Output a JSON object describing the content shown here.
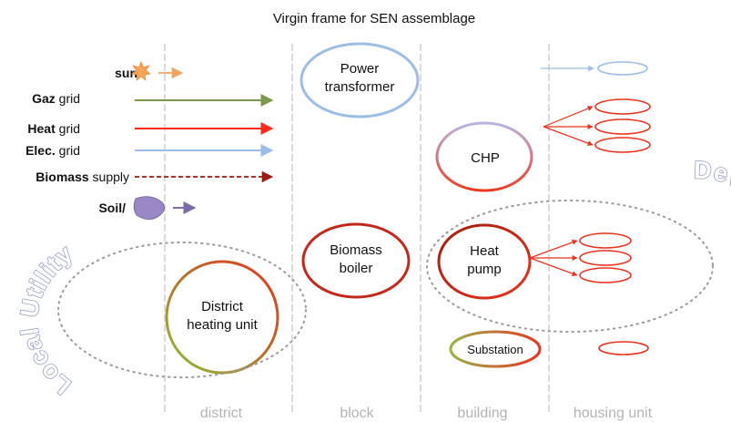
{
  "title": "Virgin frame for SEN assemblage",
  "legend": [
    {
      "bold": "sun",
      "rest": "",
      "color": "#f4a460",
      "icon": "sun-icon",
      "style": "solid"
    },
    {
      "bold": "Gaz",
      "rest": " grid",
      "color": "#7a9a4a",
      "icon": "",
      "style": "solid"
    },
    {
      "bold": "Heat",
      "rest": " grid",
      "color": "#ff2a1a",
      "icon": "",
      "style": "solid"
    },
    {
      "bold": "Elec.",
      "rest": " grid",
      "color": "#9dbde6",
      "icon": "",
      "style": "solid"
    },
    {
      "bold": "Biomass",
      "rest": " supply",
      "color": "#9b1c14",
      "icon": "",
      "style": "dashed"
    },
    {
      "bold": "Soil/",
      "rest": "",
      "color": "#7b6aa8",
      "icon": "soil-icon",
      "style": "solid"
    }
  ],
  "nodes": {
    "power_transformer": [
      "Power",
      "transformer"
    ],
    "chp": [
      "CHP"
    ],
    "biomass_boiler": [
      "Biomass",
      "boiler"
    ],
    "heat_pump": [
      "Heat",
      "pump"
    ],
    "district_heating_unit": [
      "District",
      "heating unit"
    ],
    "substation": [
      "Substation"
    ]
  },
  "columns": [
    "district",
    "block",
    "building",
    "housing unit"
  ],
  "actors": {
    "local_utility": "Local Utility",
    "developer": "Developer"
  },
  "colors": {
    "heat": "#e8331f",
    "elec": "#9dbde6",
    "gaz": "#7a9a4a",
    "biomass": "#9b1c14",
    "soil": "#7b6aa8",
    "sun": "#f4a460",
    "divider": "#cfcfcf",
    "actor_text": "#9a9fc7"
  }
}
